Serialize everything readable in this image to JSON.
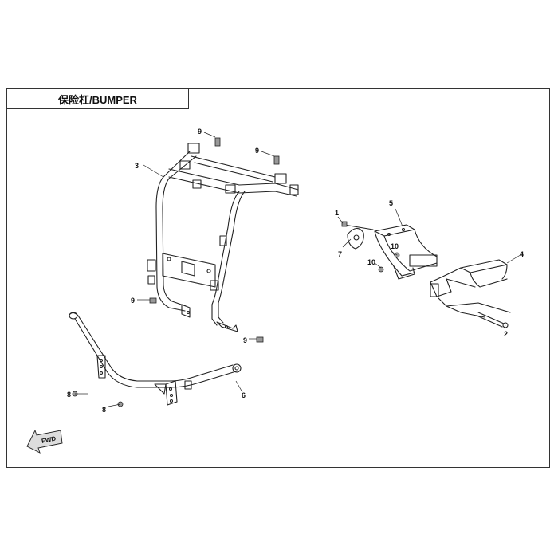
{
  "title": "保险杠/BUMPER",
  "direction_label": "FWD",
  "callouts": {
    "c1": "1",
    "c2": "2",
    "c3": "3",
    "c4": "4",
    "c5": "5",
    "c6": "6",
    "c7": "7",
    "c8a": "8",
    "c8b": "8",
    "c9a": "9",
    "c9b": "9",
    "c9c": "9",
    "c9d": "9",
    "c10a": "10",
    "c10b": "10"
  },
  "colors": {
    "line": "#222222",
    "shade": "#bbbbbb"
  },
  "icons": {
    "direction": "fwd-arrow-icon"
  }
}
